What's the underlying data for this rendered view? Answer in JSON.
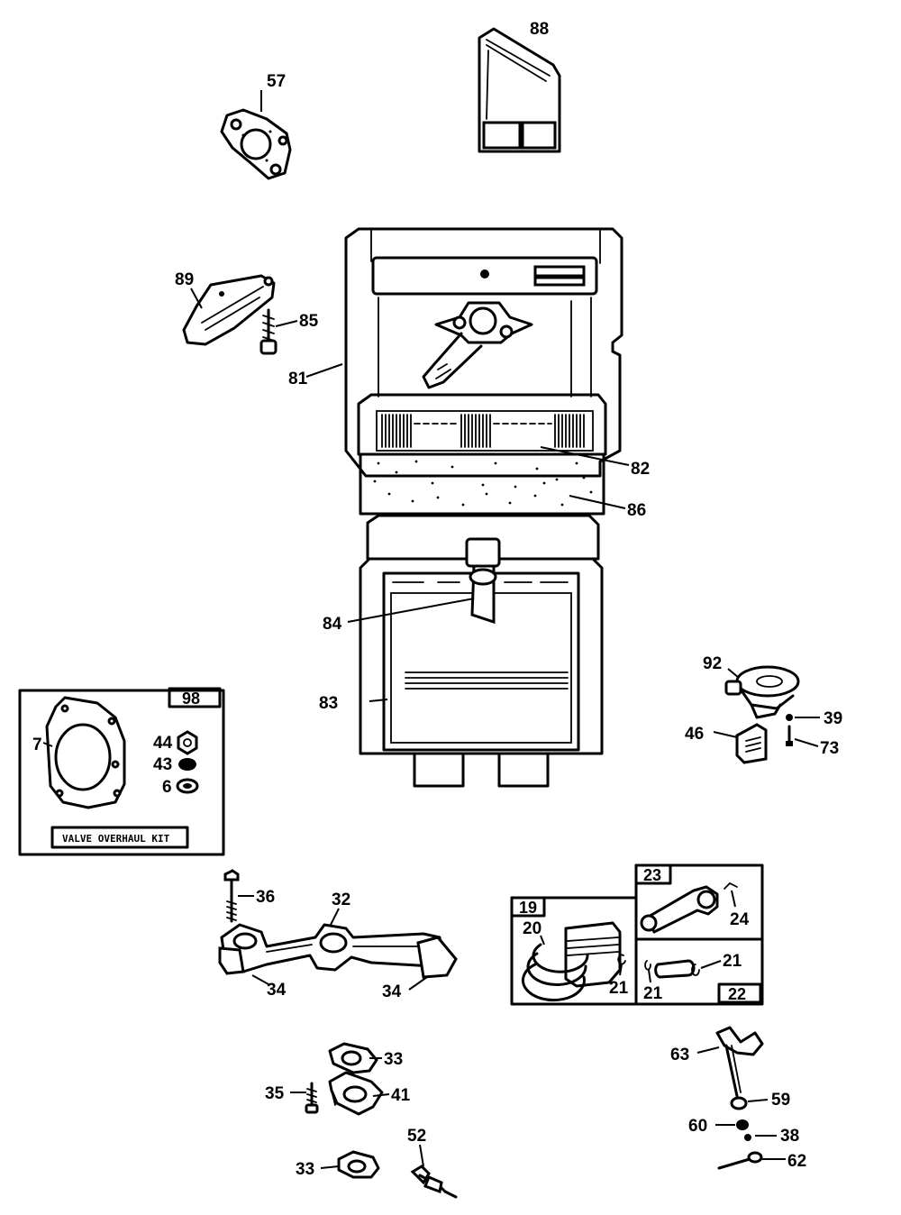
{
  "labels": {
    "l88": "88",
    "l57": "57",
    "l89": "89",
    "l85": "85",
    "l81": "81",
    "l82": "82",
    "l86": "86",
    "l84": "84",
    "l83": "83",
    "l92": "92",
    "l39": "39",
    "l46": "46",
    "l73": "73",
    "l98": "98",
    "l7": "7",
    "l44": "44",
    "l43": "43",
    "l6": "6",
    "l36": "36",
    "l32": "32",
    "l34a": "34",
    "l34b": "34",
    "l23": "23",
    "l24": "24",
    "l19": "19",
    "l20": "20",
    "l21a": "21",
    "l21b": "21",
    "l21c": "21",
    "l22": "22",
    "l33a": "33",
    "l35": "35",
    "l41": "41",
    "l52": "52",
    "l33b": "33",
    "l63": "63",
    "l59": "59",
    "l60": "60",
    "l38": "38",
    "l62": "62"
  },
  "kit_text": "VALVE OVERHAUL KIT"
}
